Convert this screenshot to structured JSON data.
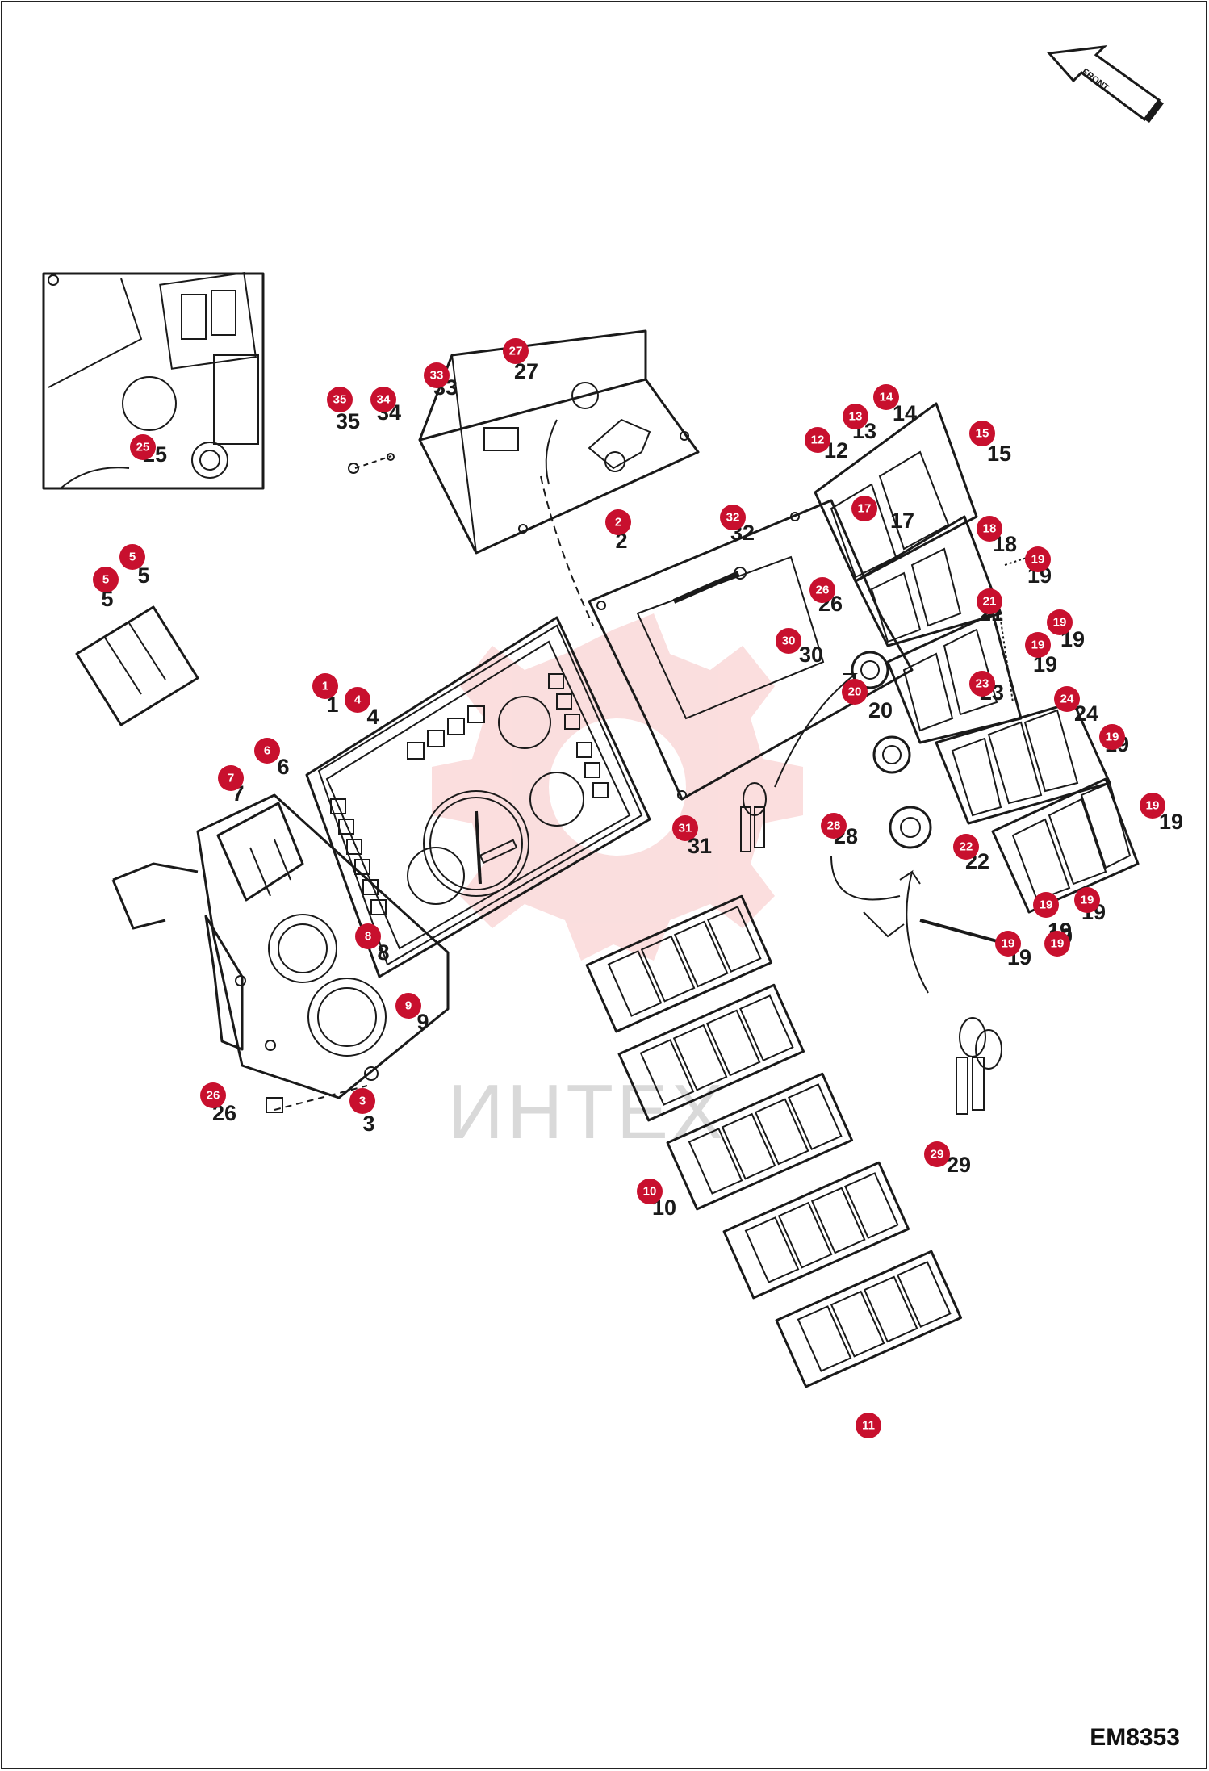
{
  "figure_code": "EM8353",
  "front_arrow_label": "FRONT",
  "watermark_text": "ИНТЕХ",
  "colors": {
    "callout": "#c8102e",
    "line": "#1a1a1a",
    "watermark": "#f08a8a"
  },
  "callouts": [
    {
      "id": "1",
      "label": "1",
      "num": "1"
    },
    {
      "id": "2",
      "label": "2",
      "num": "2"
    },
    {
      "id": "3",
      "label": "3",
      "num": "3"
    },
    {
      "id": "4",
      "label": "4",
      "num": "4"
    },
    {
      "id": "5a",
      "label": "5",
      "num": "5"
    },
    {
      "id": "5b",
      "label": "5",
      "num": "5"
    },
    {
      "id": "6",
      "label": "6",
      "num": "6"
    },
    {
      "id": "7",
      "label": "7",
      "num": "7"
    },
    {
      "id": "8",
      "label": "8",
      "num": "8"
    },
    {
      "id": "9",
      "label": "9",
      "num": "9"
    },
    {
      "id": "10",
      "label": "10",
      "num": "10"
    },
    {
      "id": "11",
      "label": "11",
      "num": ""
    },
    {
      "id": "12",
      "label": "12",
      "num": "12"
    },
    {
      "id": "13",
      "label": "13",
      "num": "13"
    },
    {
      "id": "14",
      "label": "14",
      "num": "14"
    },
    {
      "id": "15",
      "label": "15",
      "num": "15"
    },
    {
      "id": "17",
      "label": "17",
      "num": "17"
    },
    {
      "id": "18",
      "label": "18",
      "num": "18"
    },
    {
      "id": "19a",
      "label": "19",
      "num": "19"
    },
    {
      "id": "19b",
      "label": "19",
      "num": "19"
    },
    {
      "id": "19c",
      "label": "19",
      "num": "19"
    },
    {
      "id": "19d",
      "label": "19",
      "num": "19"
    },
    {
      "id": "19e",
      "label": "19",
      "num": "19"
    },
    {
      "id": "19f",
      "label": "19",
      "num": "19"
    },
    {
      "id": "19g",
      "label": "19",
      "num": "19"
    },
    {
      "id": "19h",
      "label": "19",
      "num": "19"
    },
    {
      "id": "19i",
      "label": "19",
      "num": "19"
    },
    {
      "id": "20",
      "label": "20",
      "num": "20"
    },
    {
      "id": "21",
      "label": "21",
      "num": "21"
    },
    {
      "id": "22",
      "label": "22",
      "num": "22"
    },
    {
      "id": "23",
      "label": "23",
      "num": "23"
    },
    {
      "id": "24",
      "label": "24",
      "num": "24"
    },
    {
      "id": "25",
      "label": "25",
      "num": "25"
    },
    {
      "id": "26a",
      "label": "26",
      "num": "26"
    },
    {
      "id": "26b",
      "label": "26",
      "num": "26"
    },
    {
      "id": "27",
      "label": "27",
      "num": "27"
    },
    {
      "id": "28",
      "label": "28",
      "num": "28"
    },
    {
      "id": "29",
      "label": "29",
      "num": "29"
    },
    {
      "id": "30",
      "label": "30",
      "num": "30"
    },
    {
      "id": "31",
      "label": "31",
      "num": "31"
    },
    {
      "id": "32",
      "label": "32",
      "num": "32"
    },
    {
      "id": "33",
      "label": "33",
      "num": "33"
    },
    {
      "id": "34",
      "label": "34",
      "num": "34"
    },
    {
      "id": "35",
      "label": "35",
      "num": "35"
    }
  ]
}
